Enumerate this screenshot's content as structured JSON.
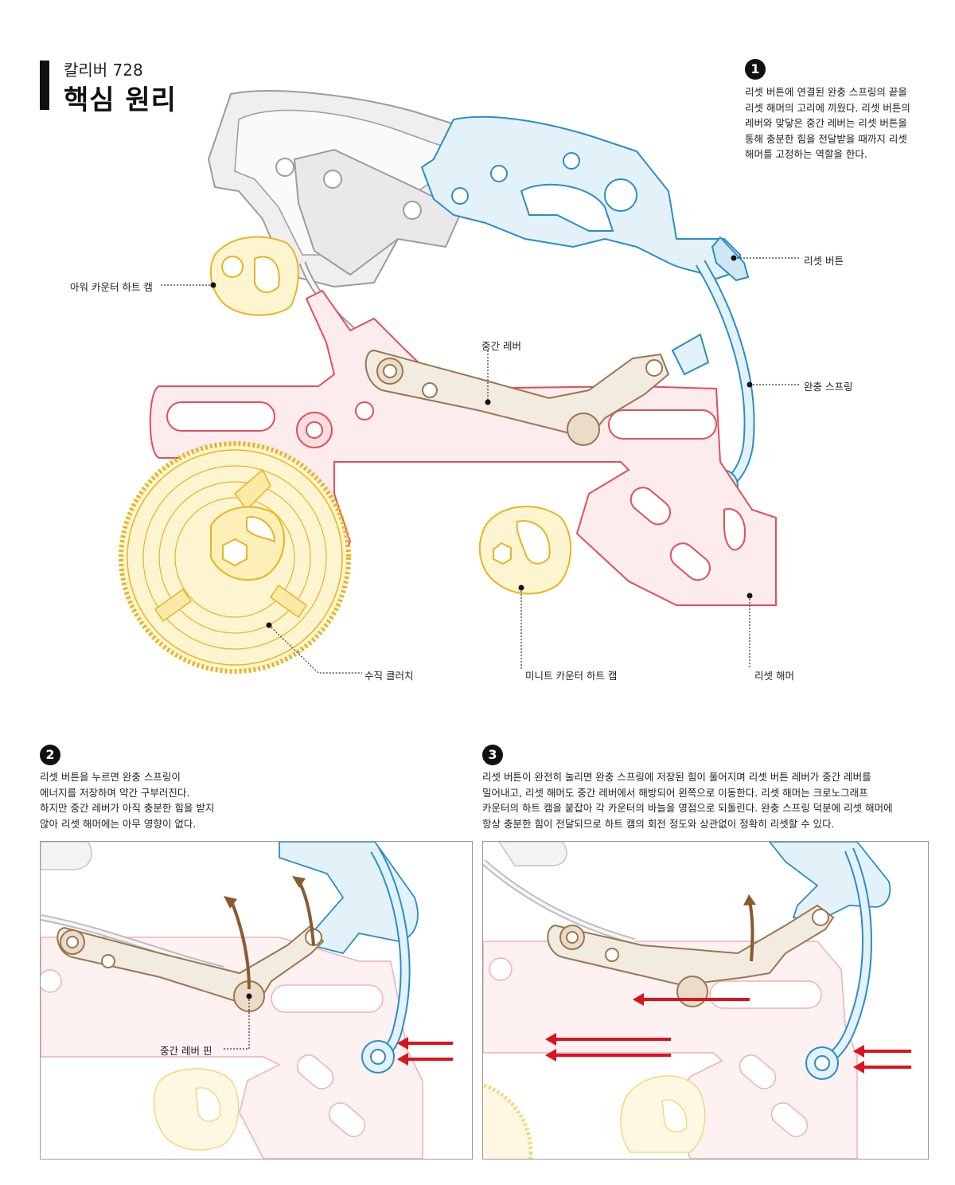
{
  "header": {
    "subtitle": "칼리버 728",
    "title": "핵심 원리"
  },
  "step1": {
    "number": "1",
    "lines": [
      "리셋 버튼에 연결된 완충 스프링의 끝을",
      "리셋 해머의 고리에 끼웠다. 리셋 버튼의",
      "레버와 맞닿은 중간 레버는 리셋 버튼을",
      "통해 충분한 힘을 전달받을 때까지 리셋",
      "해머를 고정하는 역할을 한다."
    ]
  },
  "step2": {
    "number": "2",
    "lines": [
      "리셋 버튼을 누르면 완충 스프링이",
      "에너지를 저장하며 약간 구부러진다.",
      "하지만 중간 레버가 아직 충분한 힘을 받지",
      "않아 리셋 해머에는 아무 영향이 없다."
    ]
  },
  "step3": {
    "number": "3",
    "lines": [
      "리셋 버튼이 완전히 눌리면 완충 스프링에 저장된 힘이 풀어지며 리셋 버튼 레버가 중간 레버를",
      "밀어내고, 리셋 해머도 중간 레버에서 해방되어 왼쪽으로 이동한다. 리셋 해머는 크로노그래프",
      "카운터의 하트 캠을 붙잡아 각 카운터의 바늘을 영점으로 되돌린다. 완충 스프링 덕분에 리셋 해머에",
      "항상 충분한 힘이 전달되므로 하트 캠의 회전 정도와 상관없이 정확히 리셋할 수 있다."
    ]
  },
  "labels": {
    "reset_button": "리셋 버튼",
    "upper_counter_heart_cam": "아워 카운터 하트 캠",
    "intermediate_lever": "중간 레버",
    "buffer_spring": "완충 스프링",
    "vertical_clutch": "수직 클러치",
    "minute_counter_heart_cam": "미니트 카운터 하트 캠",
    "reset_hammer": "리셋 해머",
    "intermediate_lever_pin": "중간 레버 핀"
  },
  "colors": {
    "blue": "#2a8fc4",
    "blue_fill": "#e3f1f9",
    "red": "#e0505a",
    "red_fill": "#fcecee",
    "brown": "#9a7650",
    "brown_fill": "#f2ebe0",
    "gray": "#9c9c9c",
    "gray_fill": "#efefef",
    "yellow": "#e8b520",
    "yellow_fill": "#fdf4d0",
    "arrow_red": "#d9141d",
    "arrow_brown": "#8a5a30"
  }
}
